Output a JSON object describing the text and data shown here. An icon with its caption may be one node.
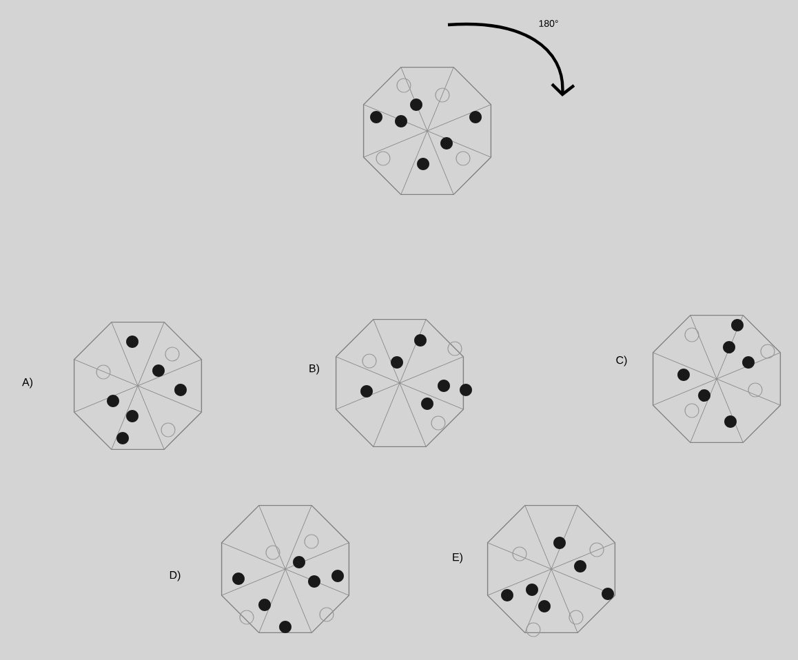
{
  "diagram": {
    "labels": [
      "180°",
      "A)",
      "B)",
      "C)",
      "D)",
      "E)"
    ]
  }
}
